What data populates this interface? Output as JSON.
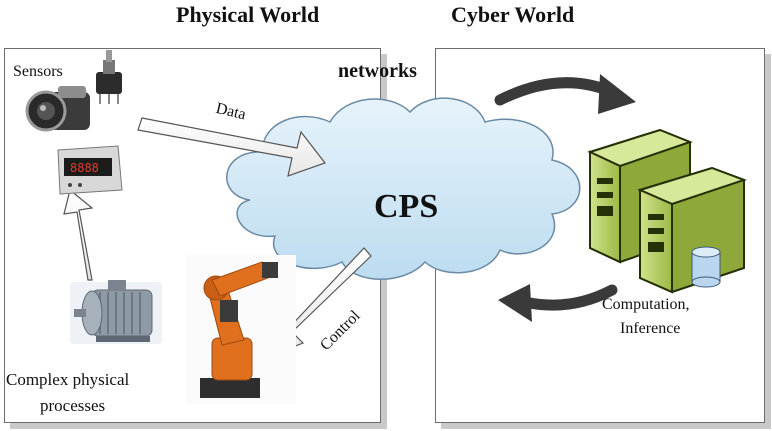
{
  "titles": {
    "physical": "Physical World",
    "cyber": "Cyber World"
  },
  "labels": {
    "sensors": "Sensors",
    "networks": "networks",
    "data": "Data",
    "control": "Control",
    "cps": "CPS",
    "computation_line1": "Computation,",
    "computation_line2": "Inference",
    "processes_line1": "Complex physical",
    "processes_line2": "processes"
  },
  "icons": {
    "sensor_camera": "sensor-camera-icon",
    "pressure_sensor": "pressure-sensor-icon",
    "meter": "digital-meter-icon",
    "motor": "electric-motor-icon",
    "robot": "robot-arm-icon",
    "servers": "server-tower-icon",
    "database": "database-icon"
  },
  "colors": {
    "cloud_fill": "#cfe6f5",
    "cloud_stroke": "#6a8aa3",
    "server_green": "#b7cf63",
    "robot_orange": "#e0701e",
    "panel_border": "#6d6d6d",
    "cycle_arrow": "#3a3a3a"
  }
}
